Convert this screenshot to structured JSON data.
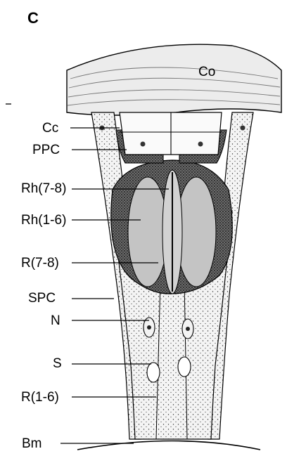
{
  "figure": {
    "panel_letter": "C",
    "labels": {
      "co": "Co",
      "cc": "Cc",
      "ppc": "PPC",
      "rh78": "Rh(7-8)",
      "rh16": "Rh(1-6)",
      "r78": "R(7-8)",
      "spc": "SPC",
      "n": "N",
      "s": "S",
      "r16": "R(1-6)",
      "bm": "Bm"
    },
    "colors": {
      "ink": "#000000",
      "cornea": "#ececec",
      "pigment_dark": "#2a2a2a",
      "rhabdom": "#c4c4c4",
      "cell_body": "#f3f3f3"
    }
  }
}
